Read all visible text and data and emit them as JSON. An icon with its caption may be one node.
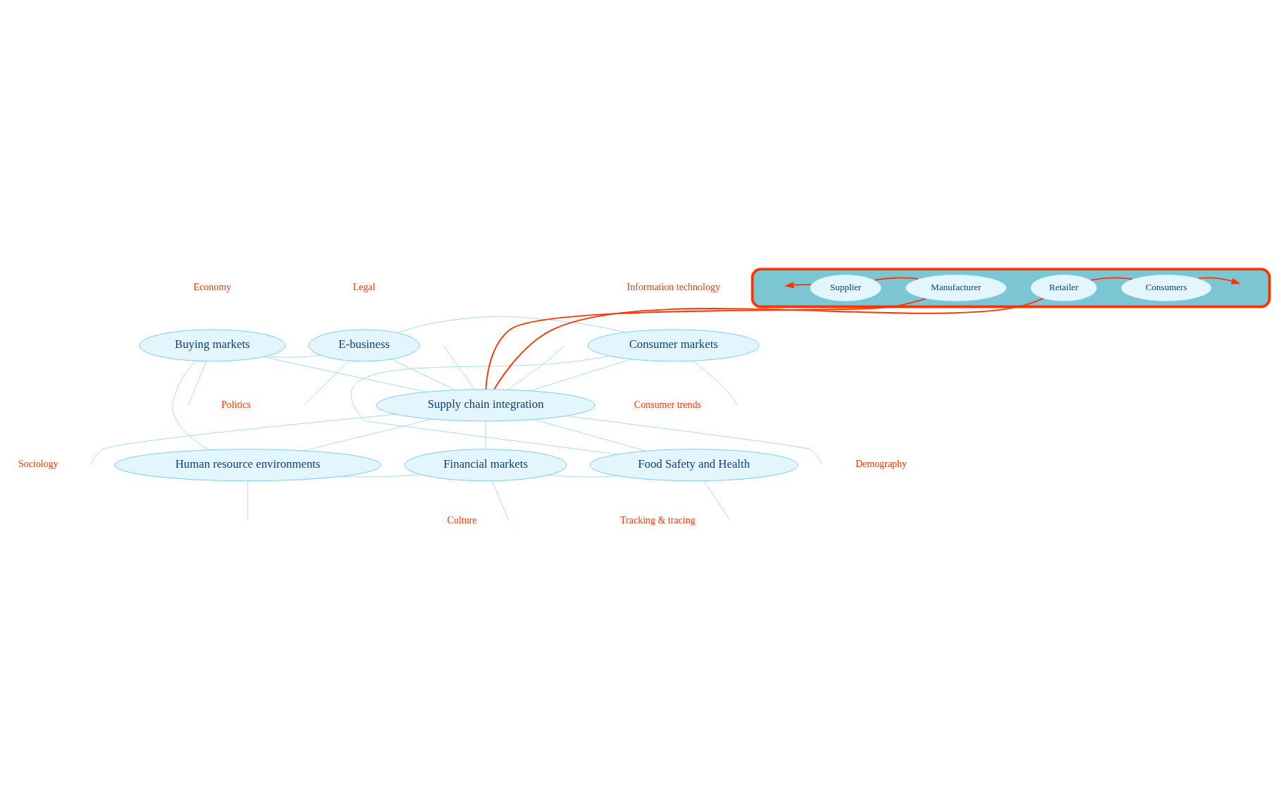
{
  "diagram": {
    "nodes": [
      {
        "text": [
          "E-business"
        ]
      },
      {
        "text": [
          "Buying markets"
        ]
      },
      {
        "text": [
          "Consumer markets"
        ]
      },
      {
        "text": [],
        "shape": "ellipse"
      },
      {
        "text": [
          "Supplier"
        ],
        "in": 3
      },
      {
        "text": [
          "Manufacturer"
        ],
        "in": 3
      },
      {
        "text": [
          "Supply chain integration"
        ]
      },
      {
        "text": [
          "Retailer"
        ],
        "in": 3
      },
      {
        "text": [
          "Consumers"
        ],
        "in": 3
      },
      {
        "text": [
          "Human resource environments"
        ]
      },
      {
        "text": [
          "Food Safety and Health"
        ]
      },
      {
        "text": [
          "Financial markets"
        ]
      }
    ],
    "edges": [
      {
        "from": 4,
        "to": null,
        "arrow": "to",
        "color": "#ff3300"
      },
      {
        "from": 4,
        "to": 5,
        "arrow": "none",
        "color": "#ff3300"
      },
      {
        "from": 5,
        "to": 6,
        "arrow": "none",
        "color": "#ff3300"
      },
      {
        "from": 6,
        "to": 7,
        "arrow": "none",
        "color": "#ff3300"
      },
      {
        "from": 7,
        "to": 8,
        "arrow": "none",
        "color": "#ff3300"
      },
      {
        "from": 8,
        "to": null,
        "arrow": "to",
        "color": "#ff3300"
      },
      {
        "from": 0,
        "to": 6,
        "arrow": "none"
      },
      {
        "from": 1,
        "to": 6,
        "arrow": "none"
      },
      {
        "from": 2,
        "to": 6,
        "arrow": "none"
      },
      {
        "from": 9,
        "to": 6,
        "arrow": "none"
      },
      {
        "from": 11,
        "to": 6,
        "arrow": "none"
      },
      {
        "from": 10,
        "to": 6,
        "arrow": "none"
      },
      {
        "from": 1,
        "to": 0,
        "arrow": "none"
      },
      {
        "from": 0,
        "to": 2,
        "arrow": "none"
      },
      {
        "from": 2,
        "to": 10,
        "arrow": "none"
      },
      {
        "from": 10,
        "to": 11,
        "arrow": "none"
      },
      {
        "from": 11,
        "to": 9,
        "arrow": "none"
      },
      {
        "from": 9,
        "to": 1,
        "arrow": "none"
      },
      {
        "from": 0,
        "to": null,
        "arrow": "none"
      },
      {
        "from": 6,
        "to": null,
        "arrow": "none"
      },
      {
        "from": 6,
        "to": null,
        "arrow": "none"
      },
      {
        "from": 1,
        "to": null,
        "arrow": "none"
      },
      {
        "from": 2,
        "to": null,
        "arrow": "none"
      },
      {
        "from": 9,
        "to": null,
        "arrow": "none"
      },
      {
        "from": 10,
        "to": null,
        "arrow": "none"
      },
      {
        "from": 6,
        "to": null,
        "arrow": "none"
      },
      {
        "from": 6,
        "to": null,
        "arrow": "none"
      },
      {
        "from": 11,
        "to": null,
        "arrow": "none"
      }
    ],
    "labels": [
      "Economy",
      "Legal",
      "Information technology",
      "Politics",
      "Consumer trends",
      "Sociology",
      "Demography",
      "Culture",
      "Tracking & tracing"
    ]
  }
}
